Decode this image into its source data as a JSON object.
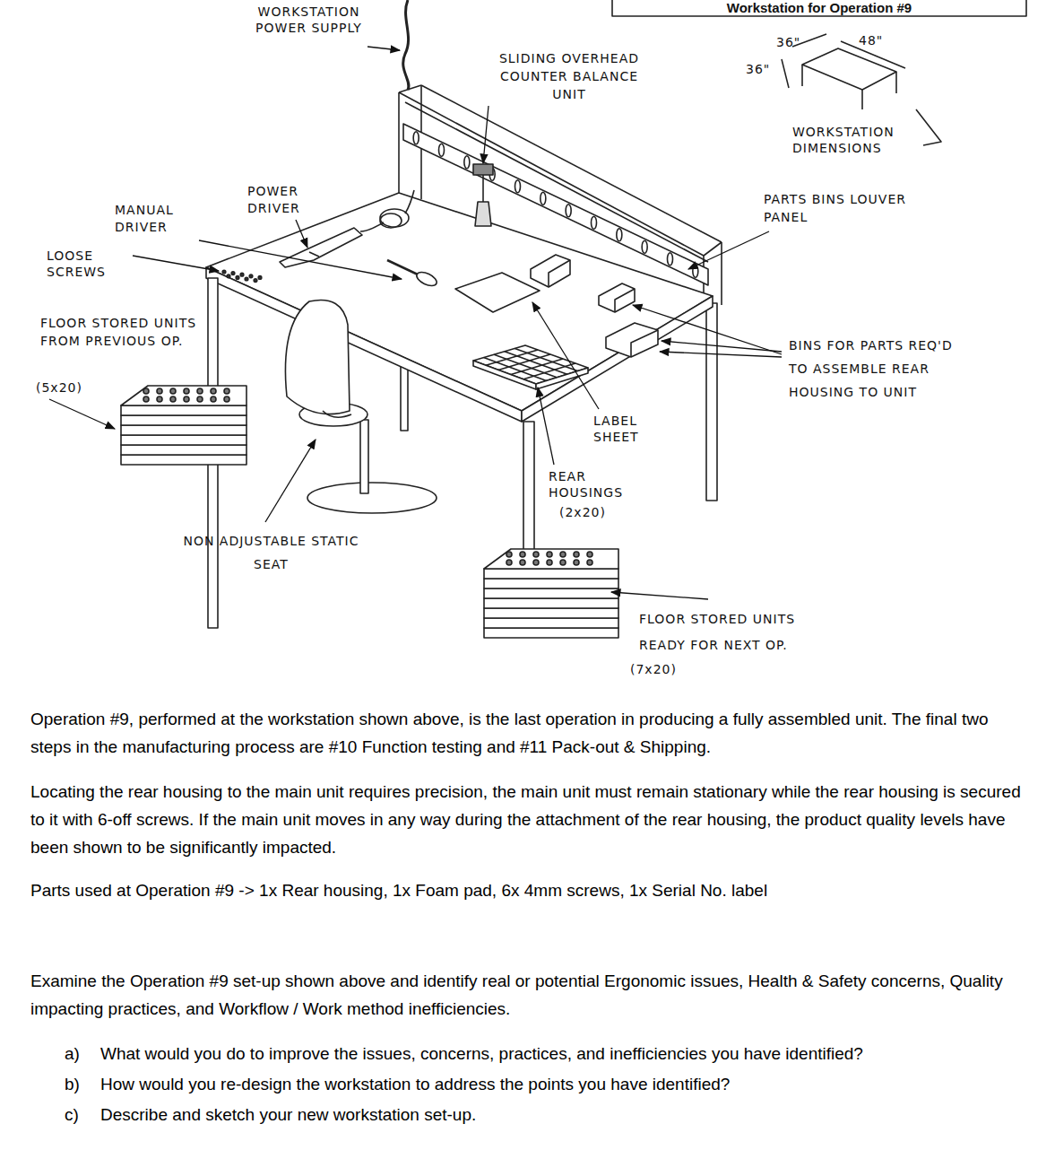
{
  "diagram": {
    "title": "Workstation for Operation #9",
    "labels": [
      "WORKSTATION POWER SUPPLY",
      "SLIDING OVERHEAD COUNTER BALANCE UNIT",
      "36\"",
      "48\"",
      "36\"",
      "WORKSTATION DIMENSIONS",
      "PARTS BINS LOUVER PANEL",
      "MANUAL DRIVER",
      "POWER DRIVER",
      "LOOSE SCREWS",
      "FLOOR STORED UNITS FROM PREVIOUS OP.",
      "(5x20)",
      "BINS FOR PARTS REQ'D TO ASSEMBLE REAR HOUSING TO UNIT",
      "LABEL SHEET",
      "REAR HOUSINGS",
      "(2x20)",
      "NON ADJUSTABLE STATIC SEAT",
      "FLOOR STORED UNITS READY FOR NEXT OP.",
      "(7x20)",
      "Operation #9, performed at the workstation shown above, is the last operation in producing a fully assembled unit. The final two steps in the manufacturing process are #10 Function testing and #11 Pack-out & Shipping.",
      "Locating the rear housing to the main unit requires precision, the main unit must remain stationary while the rear housing is secured to it with 6-off screws. If the main unit moves in any way during the attachment of the rear housing, the product quality levels have been shown to be significantly impacted.",
      "Parts used at Operation #9 -> 1x Rear housing, 1x Foam pad, 6x 4mm screws, 1x Serial No. label",
      "Examine the Operation #9 set-up shown above and identify real or potential Ergonomic issues, Health & Safety concerns, Quality impacting practices, and Workflow / Work method inefficiencies.",
      "a)",
      "What would you do to improve the issues, concerns, practices, and inefficiencies you have identified?",
      "b)",
      "How would you re-design the workstation to address the points you have identified?",
      "c)",
      "Describe and sketch your new workstation set-up."
    ]
  }
}
